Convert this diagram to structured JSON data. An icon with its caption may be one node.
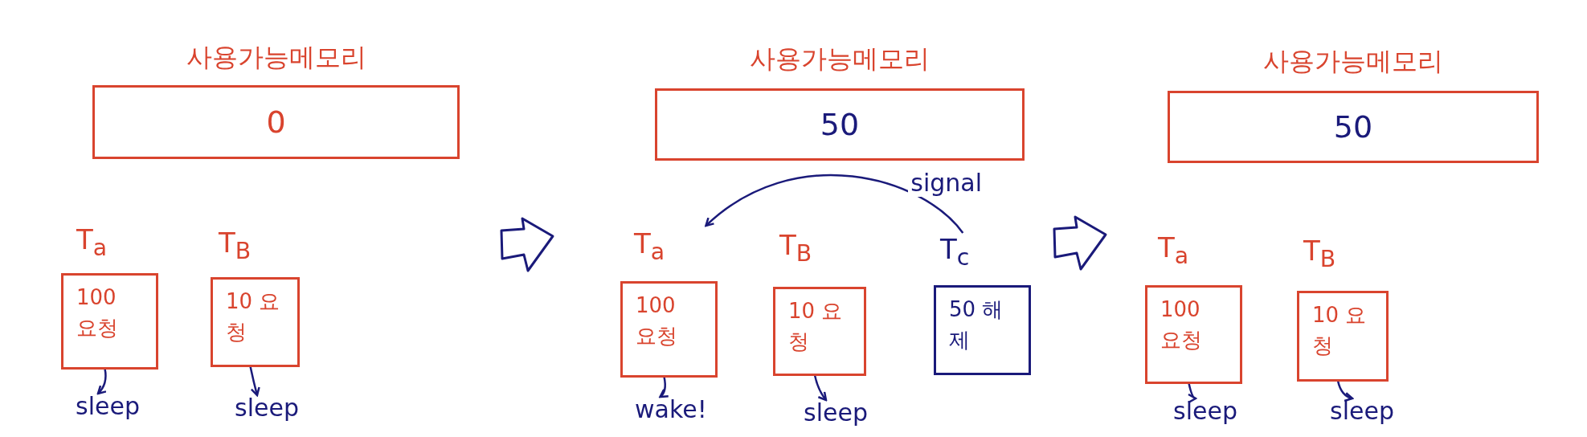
{
  "diagram": {
    "nodes": [
      {
        "text": [
          "사용가능메모리",
          "0"
        ]
      },
      {
        "text": [
          "T$_{a}$",
          "100 요청"
        ]
      },
      {
        "text": [
          "T$_{B}$",
          "10 요청"
        ]
      },
      {
        "text": [
          "sleep"
        ]
      },
      {
        "text": [
          "sleep"
        ]
      },
      {
        "text": [
          "사용가능메모리",
          "50"
        ]
      },
      {
        "text": [
          "T$_{a}$",
          "100 요청"
        ]
      },
      {
        "text": [
          "T$_{B}$",
          "10 요청"
        ]
      },
      {
        "text": [
          "T$_{c}$",
          "50 해제"
        ]
      },
      {
        "text": [
          "wake!"
        ]
      },
      {
        "text": [
          "sleep"
        ]
      },
      {
        "text": [
          "사용가능메모리",
          "50"
        ]
      },
      {
        "text": [
          "T$_{a}$",
          "100 요청"
        ]
      },
      {
        "text": [
          "T$_{B}$",
          "10 요청"
        ]
      },
      {
        "text": [
          "sleep"
        ]
      },
      {
        "text": [
          "sleep"
        ]
      }
    ],
    "edges": [
      {
        "from": 1,
        "to": 3,
        "arrow": "to"
      },
      {
        "from": 2,
        "to": 4,
        "arrow": "to"
      },
      {
        "from": 8,
        "to": 6,
        "arrow": "to",
        "label": "signal"
      },
      {
        "from": 6,
        "to": 9,
        "arrow": "to"
      },
      {
        "from": 7,
        "to": 10,
        "arrow": "to"
      },
      {
        "from": 12,
        "to": 14,
        "arrow": "to"
      },
      {
        "from": 13,
        "to": 15,
        "arrow": "to"
      }
    ]
  }
}
